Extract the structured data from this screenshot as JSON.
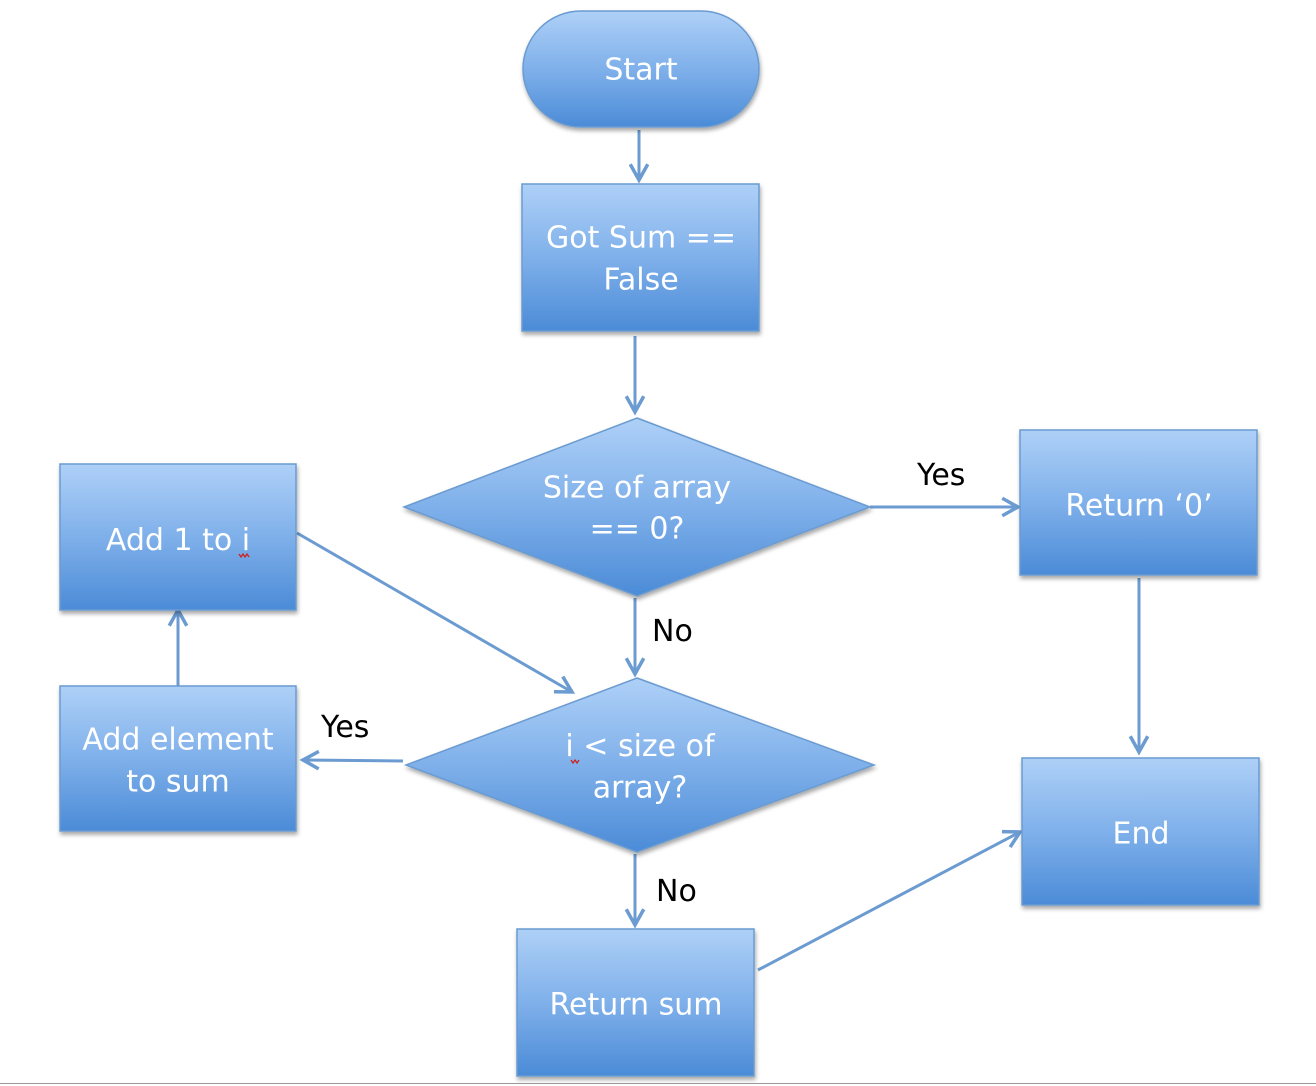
{
  "nodes": {
    "start": {
      "label": "Start"
    },
    "got_sum": {
      "line1": "Got Sum ==",
      "line2": "False"
    },
    "size_check": {
      "line1": "Size of array",
      "line2": "== 0?"
    },
    "return_zero": {
      "label": "Return ‘0’"
    },
    "add_one": {
      "label_prefix": "Add 1 to ",
      "label_var": "i"
    },
    "add_element": {
      "line1": "Add element",
      "line2": "to sum"
    },
    "loop_check": {
      "line1_var": "i",
      "line1_rest": " < size of",
      "line2": "array?"
    },
    "end": {
      "label": "End"
    },
    "return_sum": {
      "label": "Return sum"
    }
  },
  "edge_labels": {
    "size_yes": "Yes",
    "size_no": "No",
    "loop_yes": "Yes",
    "loop_no": "No"
  },
  "colors": {
    "fill_top": "#a9cdf6",
    "fill_bottom": "#4f8fda",
    "stroke": "#6b9bd0",
    "text": "#ffffff"
  }
}
